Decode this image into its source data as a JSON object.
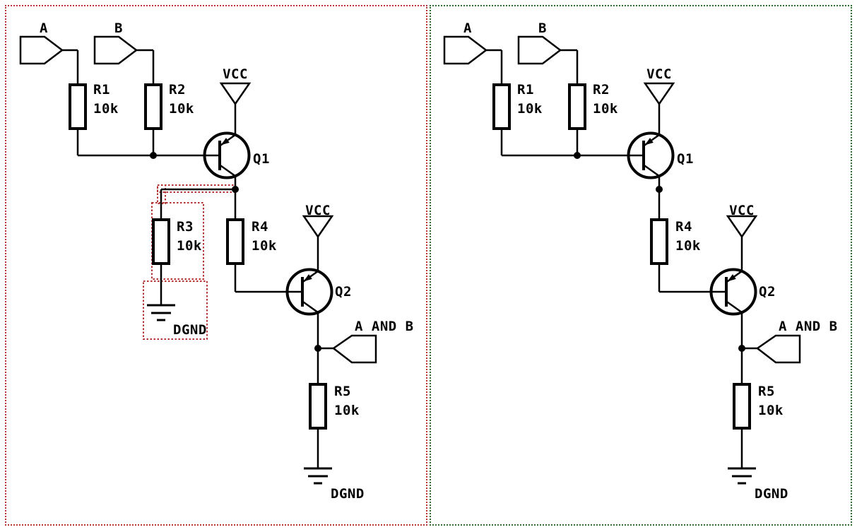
{
  "colors": {
    "left_panel_border": "#b53434",
    "right_panel_border": "#2e6e2e",
    "removed_highlight": "#b53434",
    "schematic_ink": "#000000",
    "background": "#ffffff"
  },
  "left_schematic": {
    "labels": {
      "port_a": "A",
      "port_b": "B",
      "output_port": "A AND B",
      "r1_ref": "R1",
      "r1_val": "10k",
      "r2_ref": "R2",
      "r2_val": "10k",
      "r3_ref": "R3",
      "r3_val": "10k",
      "r4_ref": "R4",
      "r4_val": "10k",
      "r5_ref": "R5",
      "r5_val": "10k",
      "q1_ref": "Q1",
      "q2_ref": "Q2",
      "vcc_q1": "VCC",
      "vcc_q2": "VCC",
      "gnd_r3": "DGND",
      "gnd_r5": "DGND"
    }
  },
  "right_schematic": {
    "labels": {
      "port_a": "A",
      "port_b": "B",
      "output_port": "A AND B",
      "r1_ref": "R1",
      "r1_val": "10k",
      "r2_ref": "R2",
      "r2_val": "10k",
      "r4_ref": "R4",
      "r4_val": "10k",
      "r5_ref": "R5",
      "r5_val": "10k",
      "q1_ref": "Q1",
      "q2_ref": "Q2",
      "vcc_q1": "VCC",
      "vcc_q2": "VCC",
      "gnd_r5": "DGND"
    }
  }
}
